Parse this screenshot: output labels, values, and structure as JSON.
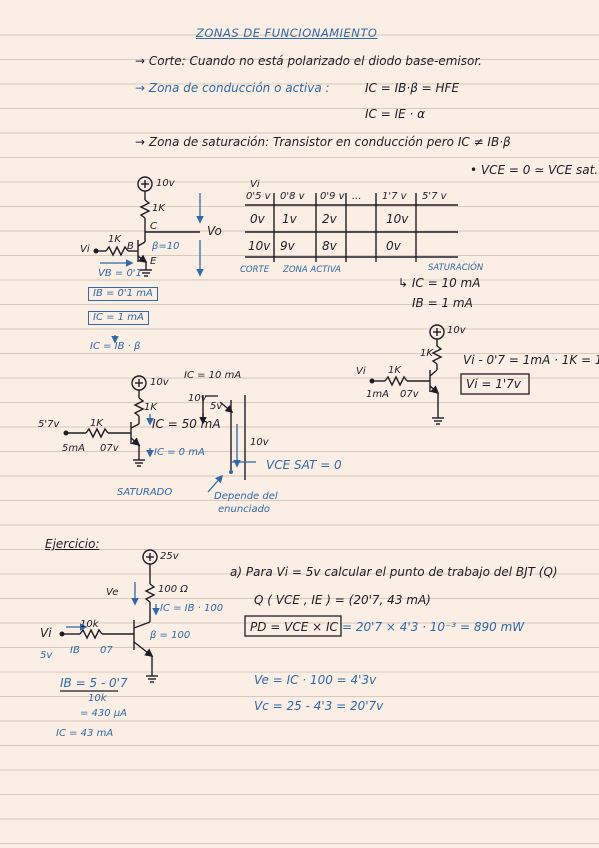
{
  "title": "ZONAS DE FUNCIONAMIENTO",
  "intro": {
    "corte": "→ Corte: Cuando no está polarizado el diodo base-emisor.",
    "activa": "→ Zona de conducción o activa :",
    "eq_ic_ib_beta": "IC = IB·β = HFE",
    "eq_ic_ie_alpha": "IC = IE · α",
    "saturacion": "→ Zona de saturación: Transistor en conducción pero IC ≠ IB·β",
    "vce_sat": "• VCE = 0 ≃ VCE sat."
  },
  "circuit1": {
    "supply": "10v",
    "rc": "1K",
    "c": "C",
    "vo": "Vo",
    "vi": "Vi",
    "rb": "1K",
    "b": "B",
    "beta": "β=10",
    "e": "E",
    "vb": "VB = 0'1",
    "ib": "IB = 0'1 mA",
    "ic": "IC = 1 mA",
    "arrow": "↓",
    "ic_eq": "IC = IB · β"
  },
  "table": {
    "header_label": "Vi",
    "header": [
      "0'5 v",
      "0'8 v",
      "0'9 v",
      "...",
      "1'7 v",
      "5'7 v"
    ],
    "row1": [
      "0v",
      "1v",
      "2v",
      "",
      "10v",
      ""
    ],
    "row2": [
      "10v",
      "9v",
      "8v",
      "",
      "0v",
      ""
    ],
    "zones": [
      "CORTE",
      "ZONA ACTIVA",
      "SATURACIÓN"
    ],
    "ic_sat": "↳ IC = 10 mA",
    "ib_sat": "IB = 1 mA"
  },
  "circuit2": {
    "supply": "10v",
    "rc": "1K",
    "vi": "Vi",
    "rb": "1K",
    "ib": "1mA",
    "vbe": "07v",
    "eq": "Vi - 0'7 = 1mA · 1K = 1",
    "result": "Vi = 1'7v"
  },
  "circuit3": {
    "supply": "10v",
    "ic_top": "IC = 10 mA",
    "rc": "1K",
    "vin": "5'7v",
    "rb": "1K",
    "ib": "5mA",
    "vbe": "07v",
    "ic_50": "IC = 50 mA",
    "ic_0": "IC = 0 mA",
    "v10": "10v",
    "v5": "5v",
    "v10b": "10v",
    "vcesat": "VCE SAT = 0",
    "saturado": "SATURADO",
    "depende": "Depende del",
    "enunciado": "enunciado"
  },
  "exercise": {
    "heading": "Ejercicio:",
    "supply": "25v",
    "rc": "100 Ω",
    "ve_label": "Ve",
    "ic_label": "IC = IB · 100",
    "beta": "β = 100",
    "vi": "Vi",
    "vi_val": "5v",
    "rb": "10k",
    "ib": "IB",
    "vbe": "07",
    "ib_eq": "IB = 5 - 0'7",
    "ib_den": "10k",
    "ib_res": "= 430 µA",
    "ic_res": "IC = 43 mA",
    "question": "a) Para Vi = 5v calcular el punto de trabajo del BJT (Q)",
    "q": "Q ( VCE , IE ) = (20'7, 43 mA)",
    "pd": "PD = VCE × IC",
    "pd_val": "= 20'7 × 4'3 · 10⁻³ = 890 mW",
    "ve_eq": "Ve = IC · 100 = 4'3v",
    "vc_eq": "Vc = 25 - 4'3 = 20'7v"
  }
}
